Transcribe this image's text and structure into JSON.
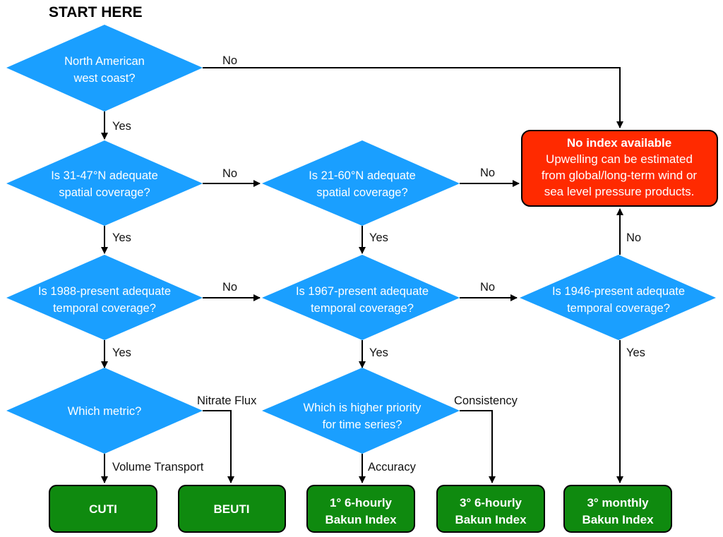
{
  "title": "START HERE",
  "colors": {
    "decision": "#1a9fff",
    "outcome": "#0f8a0f",
    "no_index": "#ff2a00",
    "arrow": "#000000"
  },
  "decisions": {
    "d1": [
      "North American",
      "west coast?"
    ],
    "d2": [
      "Is 31-47°N adequate",
      "spatial coverage?"
    ],
    "d3": [
      "Is 21-60°N adequate",
      "spatial coverage?"
    ],
    "d4": [
      "Is 1988-present adequate",
      "temporal coverage?"
    ],
    "d5": [
      "Is 1967-present adequate",
      "temporal coverage?"
    ],
    "d6": [
      "Is 1946-present adequate",
      "temporal coverage?"
    ],
    "d7": [
      "Which metric?"
    ],
    "d8": [
      "Which is higher priority",
      "for time series?"
    ]
  },
  "no_index": {
    "title": "No index available",
    "lines": [
      "Upwelling can be estimated",
      "from global/long-term wind or",
      "sea level pressure products."
    ]
  },
  "outcomes": {
    "cuti": [
      "CUTI"
    ],
    "beuti": [
      "BEUTI"
    ],
    "bakun1": [
      "1° 6-hourly",
      "Bakun Index"
    ],
    "bakun3": [
      "3° 6-hourly",
      "Bakun Index"
    ],
    "bakun3m": [
      "3° monthly",
      "Bakun Index"
    ]
  },
  "edge_labels": {
    "d1_no": "No",
    "d1_yes": "Yes",
    "d2_no": "No",
    "d2_yes": "Yes",
    "d3_no": "No",
    "d3_yes": "Yes",
    "d4_no": "No",
    "d4_yes": "Yes",
    "d5_no": "No",
    "d5_yes": "Yes",
    "d6_no": "No",
    "d6_yes": "Yes",
    "d7_right": "Nitrate Flux",
    "d7_down": "Volume Transport",
    "d8_right": "Consistency",
    "d8_down": "Accuracy"
  }
}
